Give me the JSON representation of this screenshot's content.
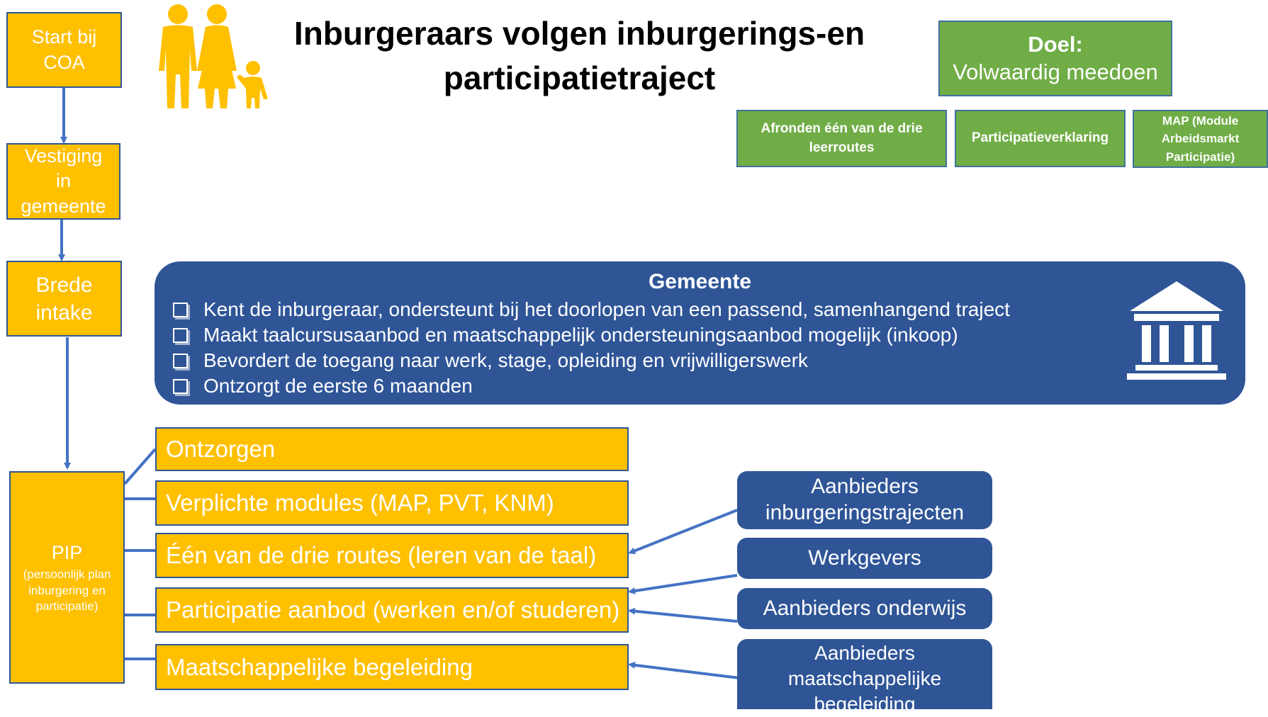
{
  "title": {
    "line1": "Inburgeraars volgen inburgerings-en",
    "line2": "participatietraject"
  },
  "left_flow": {
    "start": "Start bij COA",
    "vestiging": "Vestiging in gemeente",
    "intake": "Brede intake",
    "pip_title": "PIP",
    "pip_sub": "(persoonlijk plan inburgering en participatie)"
  },
  "goal": {
    "label": "Doel:",
    "text": "Volwaardig meedoen"
  },
  "goal_parts": [
    "Afronden één van de drie leerroutes",
    "Participatieverklaring",
    "MAP (Module Arbeidsmarkt Participatie)"
  ],
  "gemeente": {
    "title": "Gemeente",
    "items": [
      "Kent de inburgeraar, ondersteunt bij het doorlopen van een passend, samenhangend traject",
      "Maakt taalcursusaanbod en maatschappelijk ondersteuningsaanbod mogelijk (inkoop)",
      "Bevordert de toegang naar werk, stage, opleiding en vrijwilligerswerk",
      "Ontzorgt de eerste 6 maanden"
    ],
    "icon": "government-building-icon"
  },
  "pip_components": [
    "Ontzorgen",
    "Verplichte modules (MAP, PVT, KNM)",
    "Één van de drie routes (leren van de taal)",
    "Participatie aanbod (werken en/of studeren)",
    "Maatschappelijke begeleiding"
  ],
  "providers": [
    "Aanbieders inburgeringstrajecten",
    "Werkgevers",
    "Aanbieders onderwijs",
    "Aanbieders maatschappelijke begeleiding"
  ],
  "colors": {
    "yellow": "#FFC000",
    "green": "#70AD47",
    "blue": "#2F5597",
    "connector": "#4472C4"
  },
  "icons": [
    "family-icon",
    "government-building-icon"
  ]
}
